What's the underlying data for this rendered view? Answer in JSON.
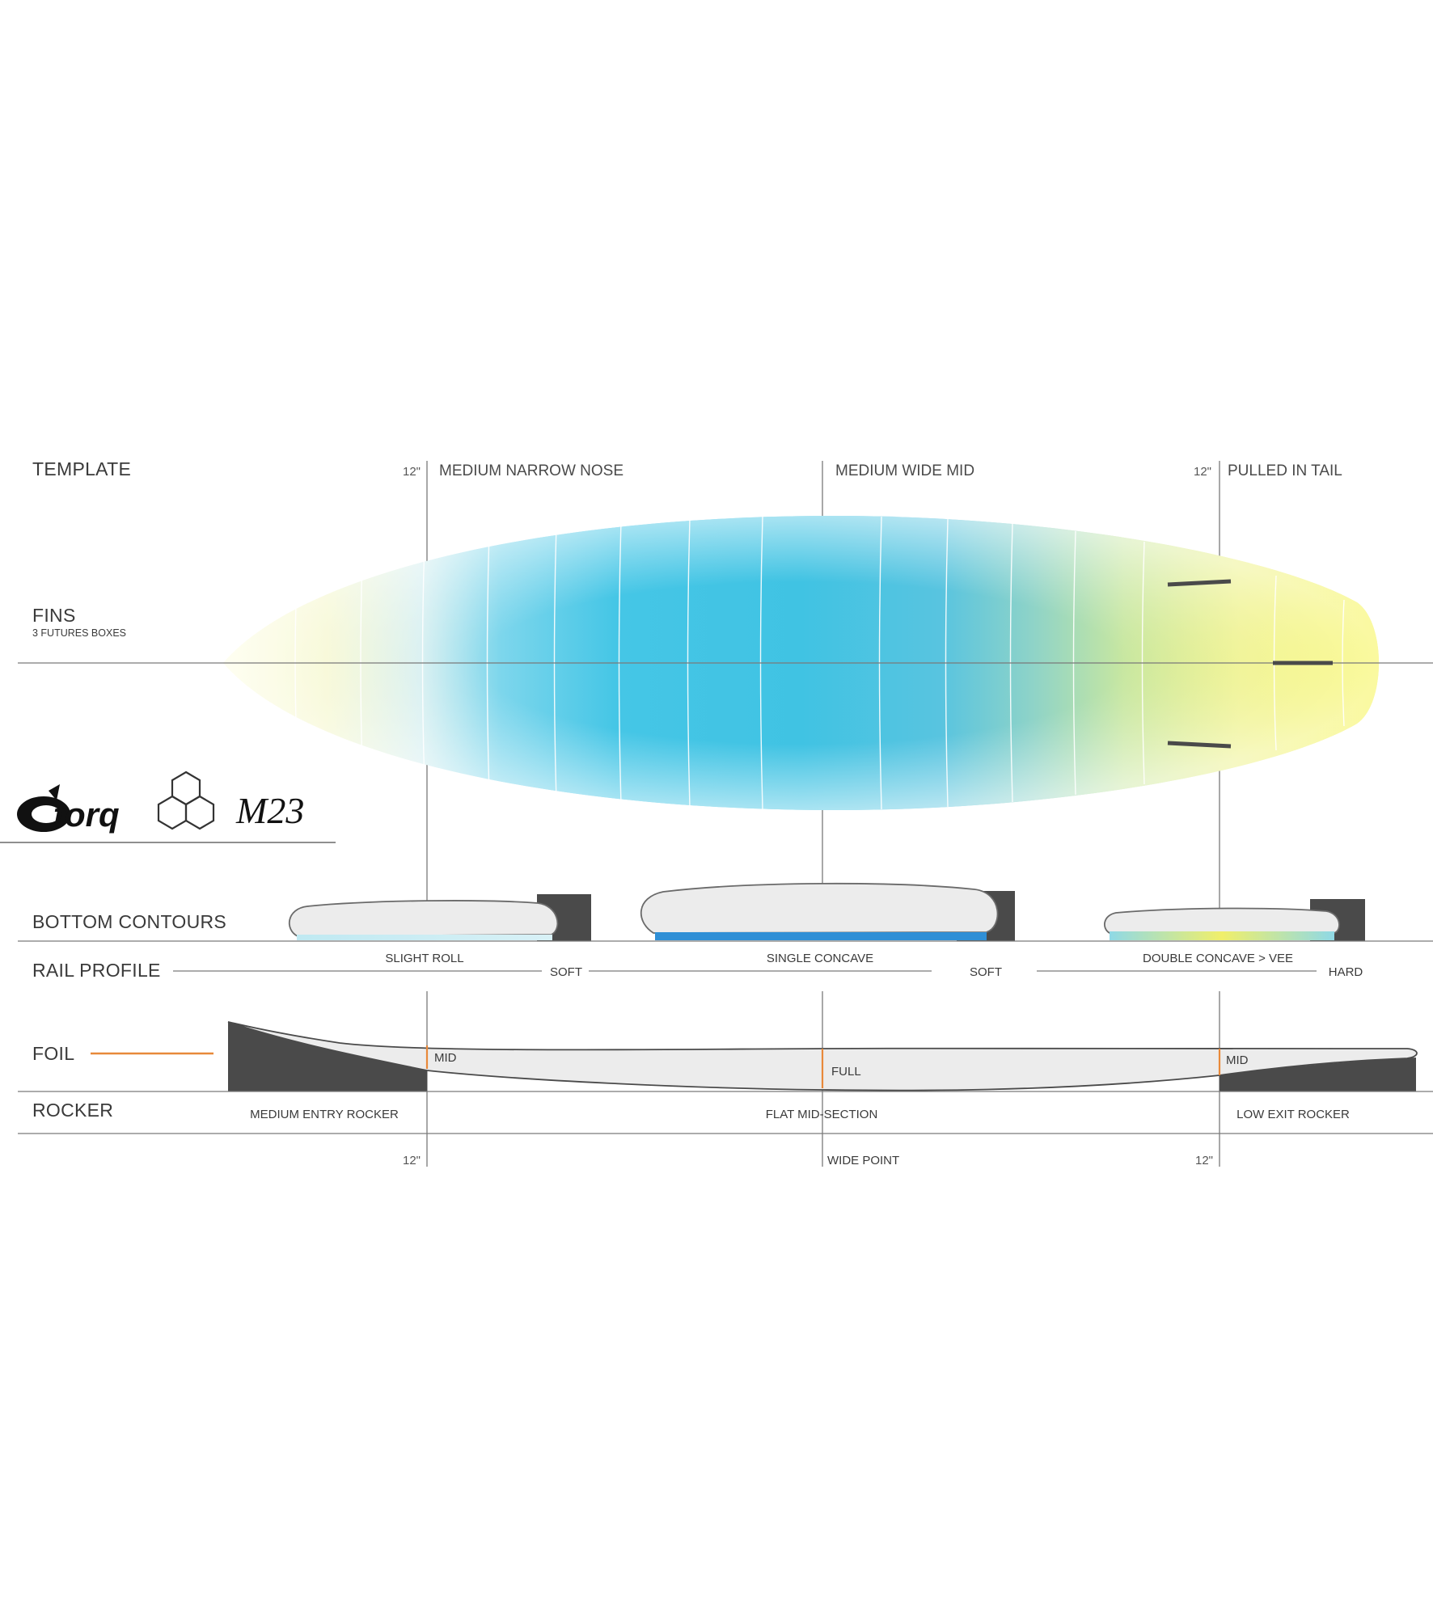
{
  "template": {
    "title": "TEMPLATE",
    "nose_tick": "12\"",
    "nose_label": "MEDIUM NARROW NOSE",
    "mid_label": "MEDIUM WIDE MID",
    "tail_tick": "12\"",
    "tail_label": "PULLED IN TAIL"
  },
  "fins": {
    "title": "FINS",
    "subtitle": "3 FUTURES BOXES"
  },
  "logos": {
    "brand": "torq",
    "shaper_mark": "hexagon-logo",
    "model": "M23"
  },
  "bottom_contours": {
    "title": "BOTTOM  CONTOURS",
    "nose": "SLIGHT ROLL",
    "mid": "SINGLE CONCAVE",
    "tail": "DOUBLE CONCAVE > VEE"
  },
  "rail_profile": {
    "title": "RAIL PROFILE",
    "nose": "SOFT",
    "mid": "SOFT",
    "tail": "HARD"
  },
  "foil": {
    "title": "FOIL",
    "nose": "MID",
    "mid": "FULL",
    "tail": "MID"
  },
  "rocker": {
    "title": "ROCKER",
    "nose": "MEDIUM ENTRY ROCKER",
    "mid": "FLAT MID-SECTION",
    "tail": "LOW EXIT ROCKER"
  },
  "bottom_ticks": {
    "nose": "12\"",
    "mid": "WIDE POINT",
    "tail": "12\""
  },
  "colors": {
    "board_nose": "#fbfbc4",
    "board_mid": "#3cc2e2",
    "board_tail": "#f2f02c",
    "accent_orange": "#e8893a",
    "dark_block": "#4a4a4a",
    "concave_blue": "#2f8fd6"
  }
}
